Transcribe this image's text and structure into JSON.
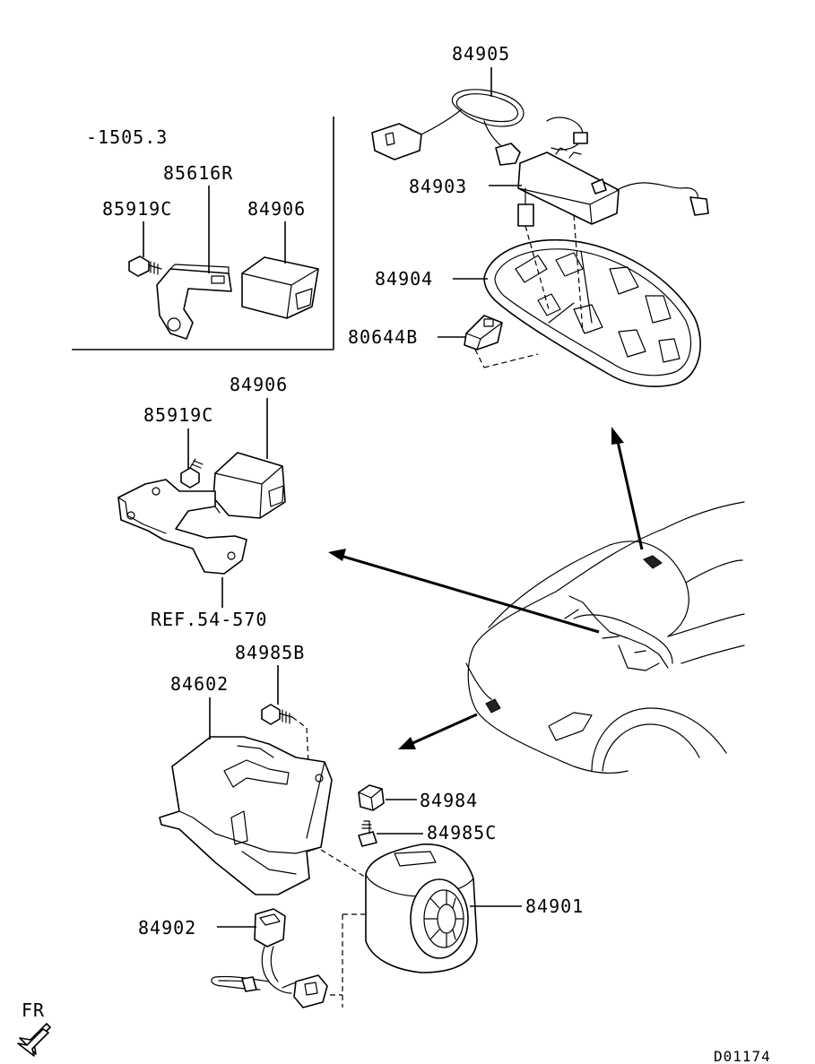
{
  "labels": {
    "p84905": "84905",
    "p84903": "84903",
    "p84904": "84904",
    "p80644B": "80644B",
    "inset_serial": "-1505.3",
    "p85616R": "85616R",
    "p85919C_inset": "85919C",
    "p84906_inset": "84906",
    "p84906": "84906",
    "p85919C": "85919C",
    "ref": "REF.54-570",
    "p84985B": "84985B",
    "p84602": "84602",
    "p84984": "84984",
    "p84985C": "84985C",
    "p84901": "84901",
    "p84902": "84902",
    "fr": "FR",
    "diagram_code": "D01174"
  },
  "colors": {
    "line": "#000000",
    "background": "#ffffff"
  },
  "icons": {
    "front_direction": "fr-arrow-icon"
  }
}
